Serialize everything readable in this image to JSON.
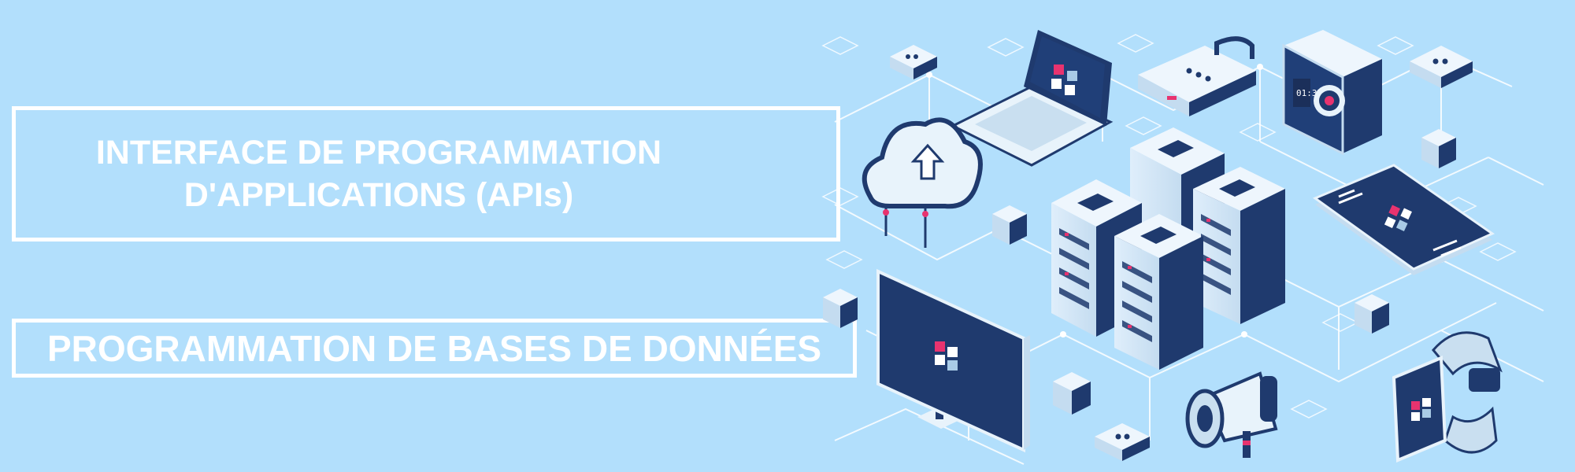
{
  "banner": {
    "title_line1": "INTERFACE DE PROGRAMMATION",
    "title_line2": "D'APPLICATIONS (APIs)",
    "subtitle": "PROGRAMMATION DE BASES DE DONNÉES"
  },
  "illustration": {
    "laptop_icon": "laptop-icon",
    "cloud_icon": "cloud-upload-icon",
    "server_icon": "server-rack-icon",
    "monitor_icon": "monitor-icon",
    "phone_icon": "smartphone-icon",
    "camera_icon": "action-camera-icon",
    "watch_icon": "smartwatch-icon",
    "megaphone_icon": "megaphone-icon",
    "router_icon": "router-icon",
    "camera_time_text": "01:37"
  },
  "colors": {
    "background": "#b2dffc",
    "navy": "#1f3a6e",
    "accent_pink": "#e8336f",
    "panel_light": "#e8f3fb",
    "panel_mid": "#c9dff0"
  }
}
